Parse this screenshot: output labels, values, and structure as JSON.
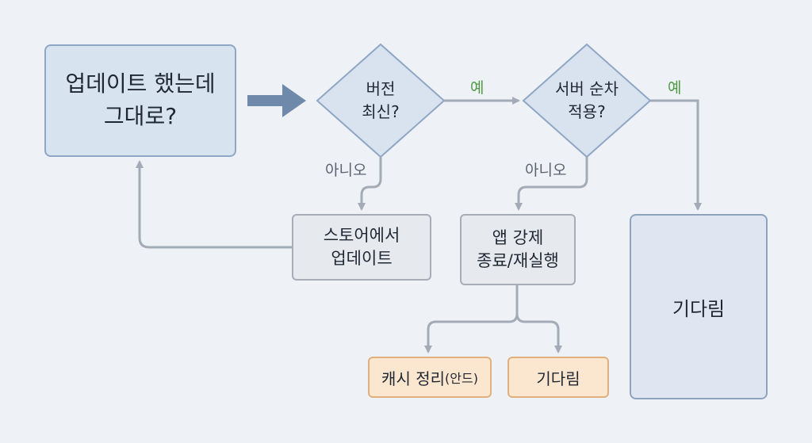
{
  "nodes": {
    "start": {
      "line1": "업데이트 했는데",
      "line2": "그대로?"
    },
    "version_check": {
      "line1": "버전",
      "line2": "최신?"
    },
    "server_rollout": {
      "line1": "서버 순차",
      "line2": "적용?"
    },
    "store_update": {
      "line1": "스토어에서",
      "line2": "업데이트"
    },
    "force_restart": {
      "line1": "앱 강제",
      "line2": "종료/재실행"
    },
    "wait_large": {
      "label": "기다림"
    },
    "clear_cache": {
      "label": "캐시 정리",
      "note": "(안드)"
    },
    "wait_small": {
      "label": "기다림"
    }
  },
  "edge_labels": {
    "version_yes": "예",
    "version_no": "아니오",
    "server_yes": "예",
    "server_no": "아니오"
  },
  "colors": {
    "arrow": "#a3abb7",
    "big_arrow": "#6f89aa",
    "yes_label": "#4f9a43"
  }
}
